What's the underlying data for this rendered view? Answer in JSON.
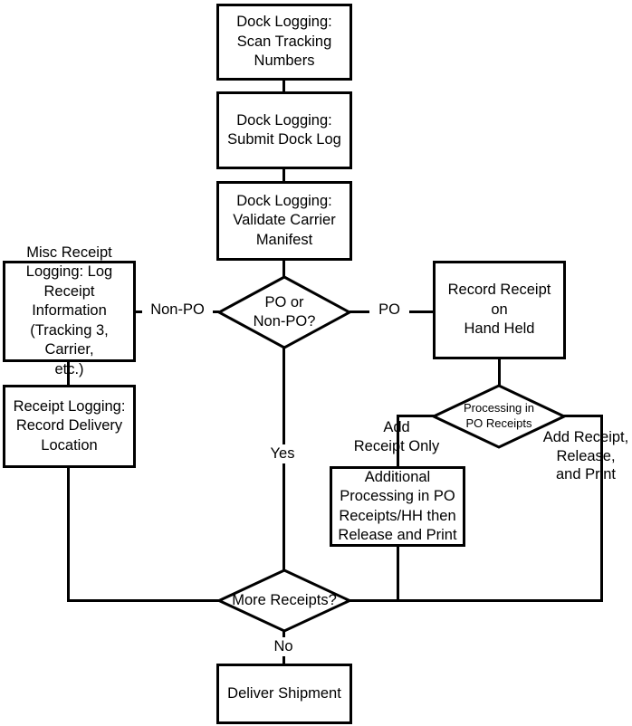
{
  "diagram": {
    "title": "Receiving Process Flowchart",
    "background": "#ffffff",
    "stroke_color": "#000000",
    "text_color": "#000000"
  },
  "nodes": {
    "scan_tracking": "Dock Logging:\nScan Tracking\nNumbers",
    "submit_dock_log": "Dock Logging:\nSubmit Dock Log",
    "validate_manifest": "Dock Logging:\nValidate Carrier\nManifest",
    "po_or_nonpo": "PO or\nNon-PO?",
    "misc_receipt_logging": "Misc Receipt\nLogging: Log Receipt\nInformation\n(Tracking 3, Carrier,\netc.)",
    "receipt_logging": "Receipt Logging:\nRecord Delivery\nLocation",
    "record_receipt_hh": "Record Receipt on\nHand Held",
    "processing_po_receipts": "Processing in\nPO Receipts",
    "additional_processing": "Additional\nProcessing in PO\nReceipts/HH then\nRelease and Print",
    "more_receipts": "More Receipts?",
    "deliver_shipment": "Deliver Shipment"
  },
  "edge_labels": {
    "non_po": "Non-PO",
    "po": "PO",
    "yes": "Yes",
    "no": "No",
    "add_receipt_only": "Add\nReceipt Only",
    "add_receipt_release_print": "Add Receipt,\nRelease,\nand Print"
  }
}
